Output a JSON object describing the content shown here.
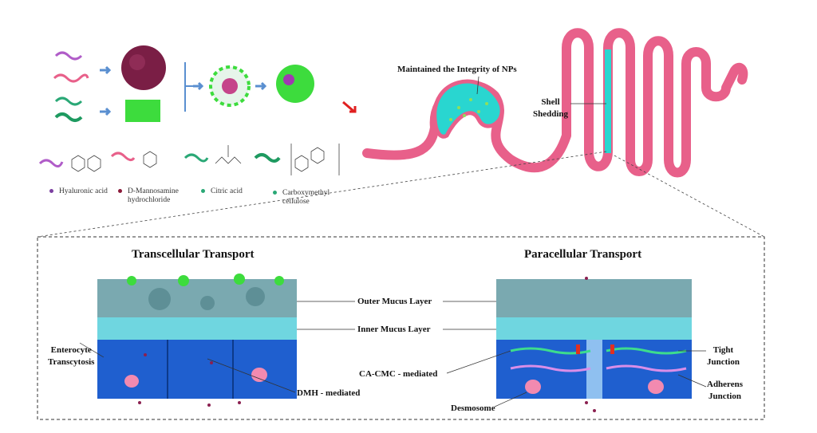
{
  "legend": [
    {
      "label": "Hyaluronic acid",
      "color": "#7b3fa0"
    },
    {
      "label": "D-Mannosamine hydrochloride",
      "line1": "D-Mannosamine",
      "line2": "hydrochloride",
      "color": "#8b1a3a"
    },
    {
      "label": "Citric acid",
      "color": "#2aa876"
    },
    {
      "label": "Carboxymethyl cellulose",
      "line1": "Carboxymethyl",
      "line2": "cellulose",
      "color": "#2aa876"
    }
  ],
  "gi": {
    "stomach_label": "Maintained the Integrity of NPs",
    "shell_line1": "Shell",
    "shell_line2": "Shedding"
  },
  "panels": {
    "left_title": "Transcellular Transport",
    "right_title": "Paracellular Transport"
  },
  "labels": {
    "outer_mucus": "Outer Mucus Layer",
    "inner_mucus": "Inner Mucus Layer",
    "enterocyte_1": "Enterocyte",
    "enterocyte_2": "Transcytosis",
    "dmh": "DMH - mediated",
    "cacmc": "CA-CMC - mediated",
    "desmosome": "Desmosome",
    "tight_1": "Tight",
    "tight_2": "Junction",
    "adherens_1": "Adherens",
    "adherens_2": "Junction"
  },
  "colors": {
    "pink": "#e8608a",
    "cyan": "#29d6d0",
    "mucus": "#7aa9b0",
    "cell": "#1f5fcf",
    "green": "#3ddc3d",
    "nanoparticle": "#8b2050"
  }
}
